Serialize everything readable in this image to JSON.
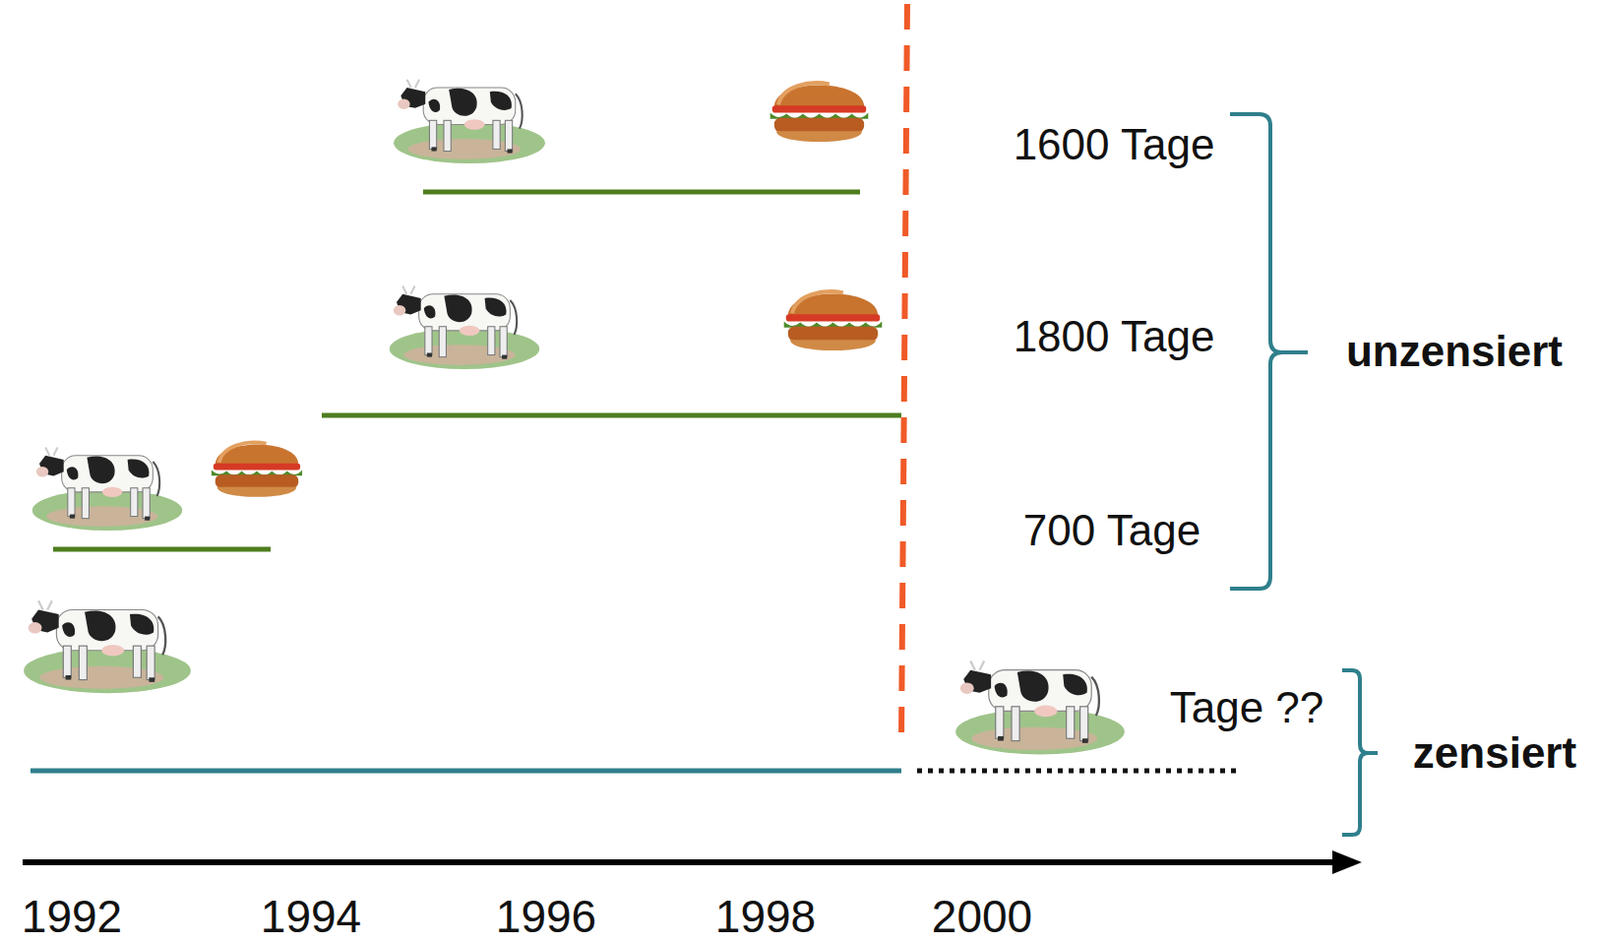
{
  "diagram": {
    "labels": [
      "1600 Tage",
      "1800 Tage",
      "700 Tage",
      "unzensiert",
      "Tage ??",
      "zensiert",
      "1992",
      "1994",
      "1996",
      "1998",
      "2000"
    ]
  }
}
